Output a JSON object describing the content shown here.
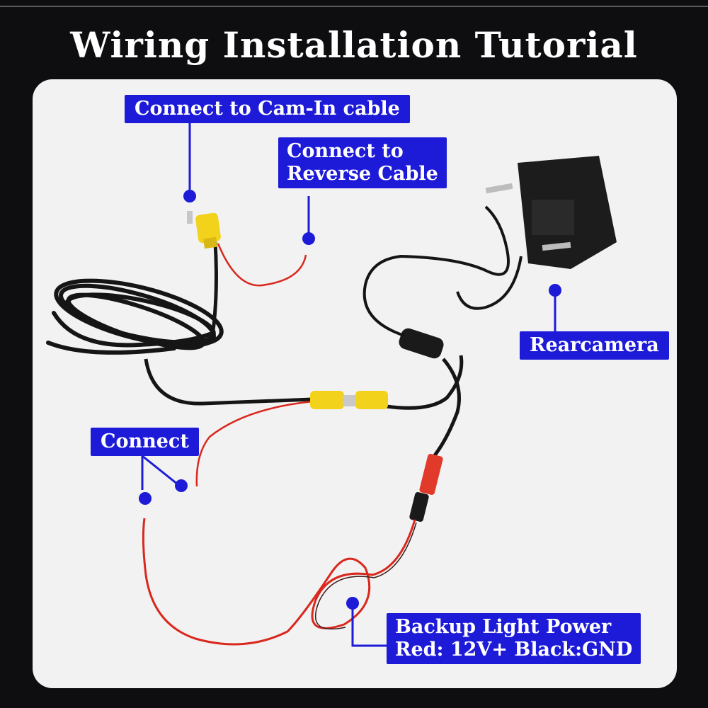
{
  "title": "Wiring Installation Tutorial",
  "labels": {
    "cam_in": "Connect to Cam-In cable",
    "reverse_line1": "Connect to",
    "reverse_line2": "Reverse Cable",
    "rearcamera": "Rearcamera",
    "connect": "Connect",
    "power_line1": "Backup Light Power",
    "power_line2": "Red: 12V+  Black:GND"
  },
  "colors": {
    "background": "#0e0e10",
    "panel": "#f2f2f2",
    "label_fill": "#1d1ad8",
    "cable_black": "#151515",
    "wire_red": "#d9281e",
    "connector_yellow": "#f2d21a",
    "plug_red": "#e23a2a"
  },
  "icons": {
    "callout_dot": "blue-dot-marker",
    "camera": "rear-camera-handle",
    "rca": "yellow-rca-connector"
  }
}
